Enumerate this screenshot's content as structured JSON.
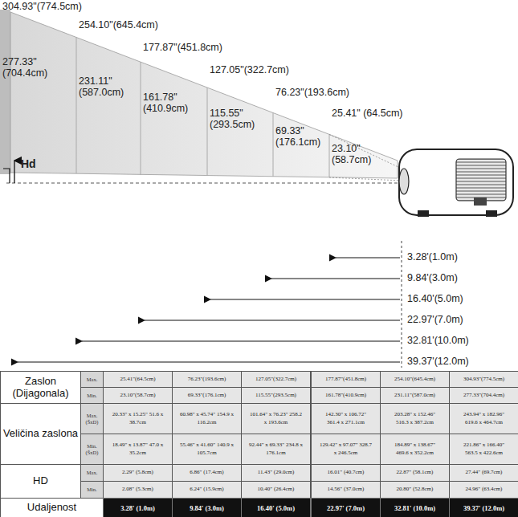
{
  "diagram": {
    "labels": [
      "304.93\"(774.5cm)",
      "254.10\"(645.4cm)",
      "177.87\"(451.8cm)",
      "127.05\"(322.7cm)",
      "76.23\"(193.6cm)",
      "25.41\" (64.5cm)",
      "277.33\" (704.4cm)",
      "231.11\" (587.0cm)",
      "161.78\" (410.9cm)",
      "115.55\" (293.5cm)",
      "69.33\" (176.1cm)",
      "23.10\" (58.7cm)",
      "Hd",
      "3.28'(1.0m)",
      "9.84'(3.0m)",
      "16.40'(5.0m)",
      "22.97'(7.0m)",
      "32.81'(10.0m)",
      "39.37'(12.0m)",
      "Zaslon (Dijagonala)",
      "Max.",
      "25.41\"(64.5cm)",
      "76.23\"(193.6cm)",
      "127.05\"(322.7cm)",
      "177.87\"(451.8cm)",
      "254.10\"(645.4cm)",
      "304.93\"(774.5cm)",
      "Min.",
      "23.10\"(58.7cm)",
      "69.33\"(176.1cm)",
      "115.55\"(293.5cm)",
      "161.78\"(410.9cm)",
      "231.11\"(587.0cm)",
      "277.33\"(704.4cm)",
      "Veličina zaslona",
      "Max. (ŠxD)",
      "20.33\" x 15.25\" 51.6 x 38.7cm",
      "60.98\" x 45.74\" 154.9 x 116.2cm",
      "101.64\" x 76.23\" 258.2 x 193.6cm",
      "142.30\" x 106.72\" 361.4 x 271.1cm",
      "203.28\" x 152.46\" 516.3 x 387.2cm",
      "243.94\" x 182.96\" 619.6 x 464.7cm",
      "Min. (ŠxD)",
      "18.49\" x 13.87\" 47.0 x 35.2cm",
      "55.46\" x 41.60\" 140.9 x 105.7cm",
      "92.44\" x 69.33\" 234.8 x 176.1cm",
      "129.42\" x 97.07\" 328.7 x 246.5cm",
      "184.89\" x 138.67\" 469.6 x 352.2cm",
      "221.86\" x 166.40\" 563.5 x 422.6cm",
      "HD",
      "Max.",
      "2.29\" (5.8cm)",
      "6.86\" (17.4cm)",
      "11.43\" (29.0cm)",
      "16.01\" (40.7cm)",
      "22.87\" (58.1cm)",
      "27.44\" (69.7cm)",
      "Min.",
      "2.08\" (5.3cm)",
      "6.24\" (15.9cm)",
      "10.40\" (26.4cm)",
      "14.56\" (37.0cm)",
      "20.80\" (52.8cm)",
      "24.96\" (63.4cm)",
      "Udaljenost",
      "3.28' (1.0m)",
      "9.84' (3.0m)",
      "16.40' (5.0m)",
      "22.97' (7.0m)",
      "32.81' (10.0m)",
      "39.37' (12.0m)"
    ]
  }
}
